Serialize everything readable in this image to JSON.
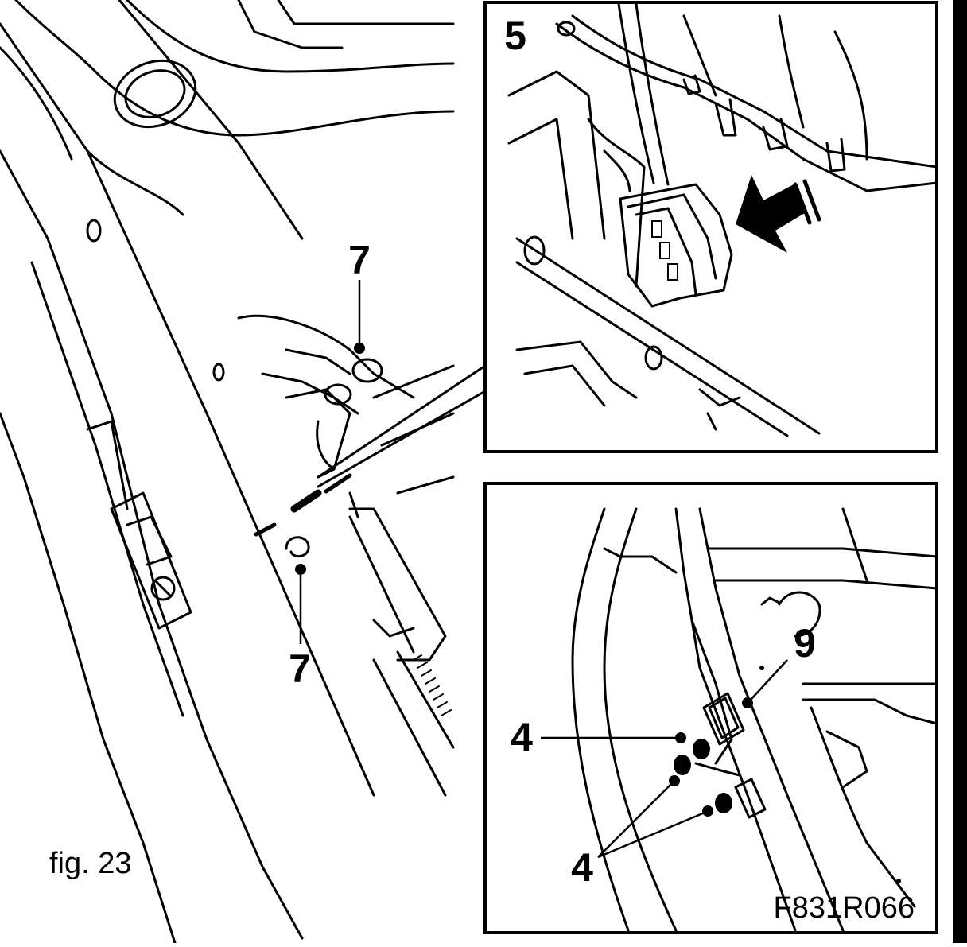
{
  "figure": {
    "caption": "fig. 23",
    "code": "F831R066"
  },
  "main_view": {
    "callout_top": "7",
    "callout_bottom": "7"
  },
  "inset_top": {
    "callout": "5"
  },
  "inset_bottom": {
    "callout_right": "9",
    "callout_left": "4",
    "callout_bottom": "4"
  }
}
